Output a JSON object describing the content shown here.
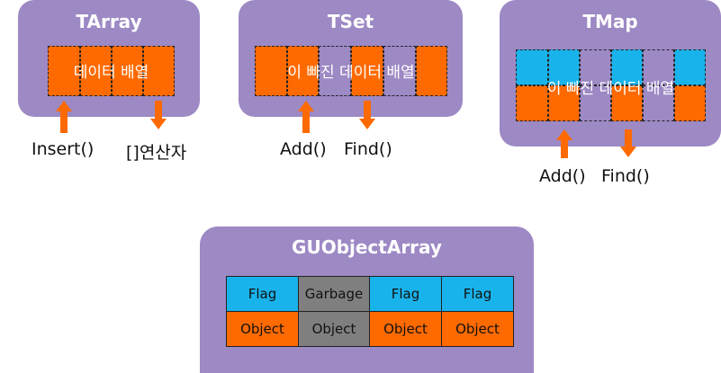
{
  "colors": {
    "panel": "#9d89c4",
    "orange": "#ff6a00",
    "blue": "#19b3eb",
    "gray": "#7f7f7f",
    "white_text": "#ffffff"
  },
  "tarray": {
    "title": "TArray",
    "array_label": "데이터 배열",
    "ops": [
      "Insert()",
      "[]연산자"
    ]
  },
  "tset": {
    "title": "TSet",
    "array_label": "이 빠진 데이터 배열",
    "ops": [
      "Add()",
      "Find()"
    ]
  },
  "tmap": {
    "title": "TMap",
    "array_label": "이 빠진 데이터 배열",
    "ops": [
      "Add()",
      "Find()"
    ]
  },
  "guobjectarray": {
    "title": "GUObjectArray",
    "top_row": [
      "Flag",
      "Garbage",
      "Flag",
      "Flag"
    ],
    "bottom_row": [
      "Object",
      "Object",
      "Object",
      "Object"
    ]
  }
}
